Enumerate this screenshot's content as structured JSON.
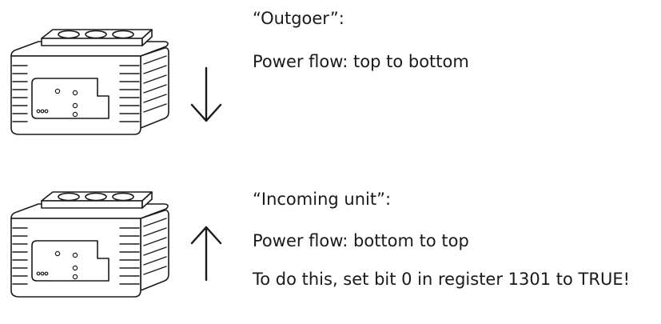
{
  "outgoer": {
    "title": "“Outgoer”:",
    "power_flow": "Power flow: top to bottom",
    "arrow_direction": "down",
    "device_icon": "current-transformer-icon",
    "arrow_icon": "arrow-down-icon"
  },
  "incoming": {
    "title": "“Incoming unit”:",
    "power_flow": "Power flow: bottom to top",
    "note": "To do this, set bit 0 in register 1301 to TRUE!",
    "arrow_direction": "up",
    "device_icon": "current-transformer-icon",
    "arrow_icon": "arrow-up-icon"
  },
  "colors": {
    "line": "#1a1a1a",
    "background": "#ffffff"
  }
}
